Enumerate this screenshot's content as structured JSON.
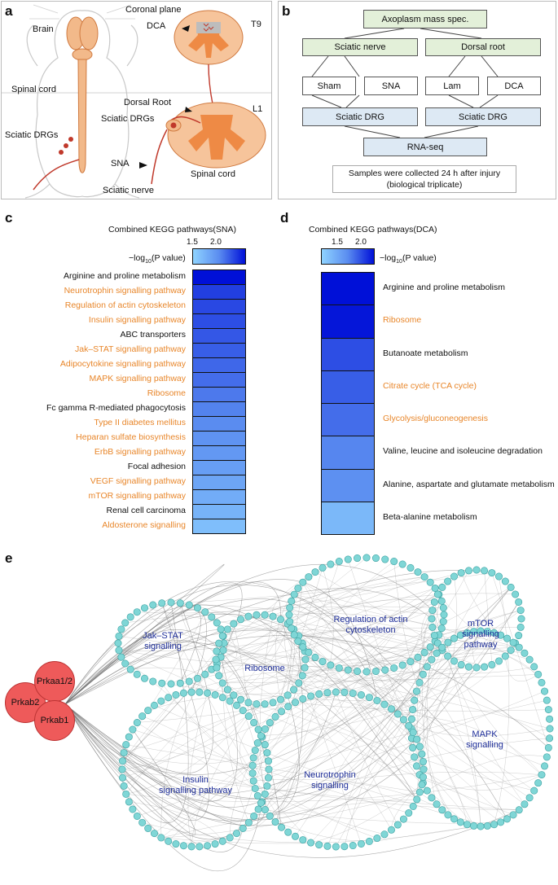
{
  "panels": {
    "a": "a",
    "b": "b",
    "c": "c",
    "d": "d",
    "e": "e"
  },
  "panel_a": {
    "labels": {
      "coronal": "Coronal plane",
      "brain": "Brain",
      "dca": "DCA",
      "t9": "T9",
      "spinal_cord_left": "Spinal cord",
      "dorsal_root": "Dorsal Root",
      "l1": "L1",
      "sciatic_drgs_left": "Sciatic DRGs",
      "sciatic_drgs_right": "Sciatic DRGs",
      "sna": "SNA",
      "spinal_cord_right": "Spinal cord",
      "sciatic_nerve": "Sciatic nerve"
    },
    "colors": {
      "tissue": "#f2b98a",
      "grey_matter": "#ee8a45",
      "nerve": "#c0392b"
    }
  },
  "panel_b": {
    "top": "Axoplasm mass spec.",
    "sciatic_nerve": "Sciatic nerve",
    "dorsal_root": "Dorsal root",
    "sham": "Sham",
    "sna": "SNA",
    "lam": "Lam",
    "dca": "DCA",
    "drg_left": "Sciatic DRG",
    "drg_right": "Sciatic DRG",
    "rnaseq": "RNA-seq",
    "note_line1": "Samples were collected 24 h after injury",
    "note_line2": "(biological triplicate)"
  },
  "panel_c": {
    "title": "Combined KEGG pathways(SNA)",
    "scale_ticks": [
      "1.5",
      "2.0"
    ],
    "scale_label_pre": "−log",
    "scale_label_sub": "10",
    "scale_label_post": "(P value)"
  },
  "panel_d": {
    "title": "Combined KEGG pathways(DCA)",
    "scale_ticks": [
      "1.5",
      "2.0"
    ],
    "scale_label_pre": "−log",
    "scale_label_sub": "10",
    "scale_label_post": "(P value)"
  },
  "chart_data": [
    {
      "type": "heatmap",
      "title": "Combined KEGG pathways(SNA)",
      "legend": "−log10(P value)",
      "scale_range": [
        1.3,
        2.1
      ],
      "categories": [
        "Arginine and proline metabolism",
        "Neurotrophin signalling pathway",
        "Regulation of actin cytoskeleton",
        "Insulin signalling pathway",
        "ABC transporters",
        "Jak–STAT signalling pathway",
        "Adipocytokine signalling pathway",
        "MAPK signalling pathway",
        "Ribosome",
        "Fc gamma R-mediated phagocytosis",
        "Type II diabetes mellitus",
        "Heparan sulfate biosynthesis",
        "ErbB signalling pathway",
        "Focal adhesion",
        "VEGF signalling pathway",
        "mTOR signalling pathway",
        "Renal cell carcinoma",
        "Aldosterone signalling"
      ],
      "highlight": [
        false,
        true,
        true,
        true,
        false,
        true,
        true,
        true,
        true,
        false,
        true,
        true,
        true,
        false,
        true,
        true,
        false,
        true
      ],
      "values": [
        2.1,
        1.95,
        1.92,
        1.9,
        1.87,
        1.85,
        1.82,
        1.8,
        1.76,
        1.73,
        1.7,
        1.66,
        1.63,
        1.6,
        1.56,
        1.52,
        1.48,
        1.42
      ]
    },
    {
      "type": "heatmap",
      "title": "Combined KEGG pathways(DCA)",
      "legend": "−log10(P value)",
      "scale_range": [
        1.3,
        2.1
      ],
      "categories": [
        "Arginine and proline metabolism",
        "Ribosome",
        "Butanoate metabolism",
        "Citrate cycle (TCA cycle)",
        "Glycolysis/gluconeogenesis",
        "Valine, leucine and isoleucine degradation",
        "Alanine, aspartate and glutamate metabolism",
        "Beta-alanine metabolism"
      ],
      "highlight": [
        false,
        true,
        false,
        true,
        true,
        false,
        false,
        false
      ],
      "values": [
        2.1,
        2.08,
        1.9,
        1.85,
        1.8,
        1.72,
        1.68,
        1.45
      ]
    }
  ],
  "panel_e": {
    "hubs": {
      "prkab2": "Prkab2",
      "prkaa": "Prkaa1/2",
      "prkab1": "Prkab1"
    },
    "clusters": {
      "jak": [
        "Jak–STAT",
        "signalling"
      ],
      "ribosome": [
        "Ribosome"
      ],
      "actin": [
        "Regulation of actin",
        "cytoskeleton"
      ],
      "mtor": [
        "mTOR",
        "signalling",
        "pathway"
      ],
      "mapk": [
        "MAPK",
        "signalling"
      ],
      "insulin": [
        "Insulin",
        "signalling pathway"
      ],
      "neuro": [
        "Neurotrophin",
        "signalling"
      ]
    },
    "node_color": "#7fd6d6",
    "hub_color": "#ee5a5a"
  }
}
